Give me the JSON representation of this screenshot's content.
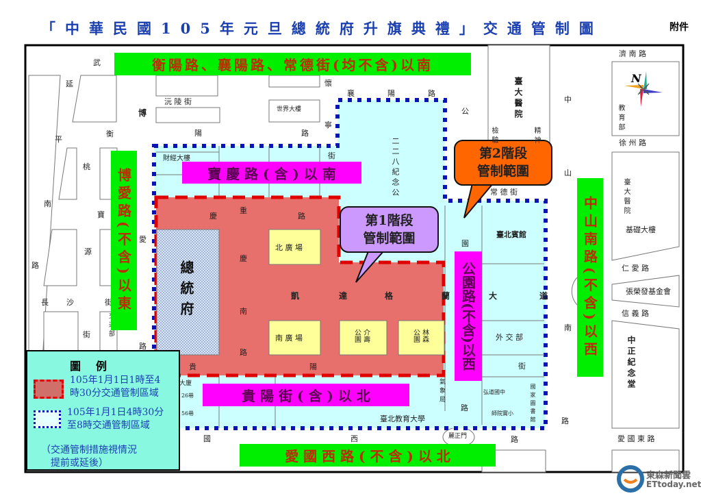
{
  "title": "「中華民國105年元旦總統府升旗典禮」交通管制圖",
  "attachment": "附件",
  "banners": {
    "north": "衡陽路、襄陽路、常德街(均不含)以南",
    "baoqing": "寶 慶 路 ( 含 ) 以 南",
    "boai": "博愛路(不含)以東",
    "zhongshan": "中山南路(不含)以西",
    "gongyuan": "公園路(不含)以西",
    "guiyang": "貴 陽 街 ( 含 ) 以 北",
    "aiguo": "愛 國 西 路 ( 不 含 ) 以 北"
  },
  "callouts": {
    "phase1": [
      "第1階段",
      "管制範圍"
    ],
    "phase2": [
      "第2階段",
      "管制範圍"
    ]
  },
  "landmarks": {
    "presidential_office": "總統府",
    "north_plaza": "北 廣 場",
    "south_plaza": "南 廣 場",
    "jieshou_park": "公 介\n園 壽",
    "linsen_park": "公 林\n園 森"
  },
  "labels": [
    "武",
    "延",
    "平",
    "南",
    "路",
    "博",
    "衡",
    "陽",
    "路",
    "沅 陵 街",
    "世界大樓",
    "懷",
    "寧",
    "街",
    "襄",
    "陽",
    "路",
    "公",
    "園",
    "桃",
    "寶",
    "源",
    "長",
    "沙",
    "街",
    "街",
    "財經大樓",
    "愛",
    "路",
    "交通部",
    "重",
    "慶",
    "南",
    "路",
    "慶",
    "路",
    "凱",
    "達",
    "格",
    "蘭",
    "大",
    "道",
    "貴",
    "陽",
    "二二八紀念公",
    "臺大醫院",
    "檢驗",
    "精神",
    "常 德 街",
    "中",
    "山",
    "南",
    "路",
    "濟 南 路",
    "教育部",
    "徐 州 路",
    "臺大醫院",
    "基礎大樓",
    "仁 愛 路",
    "張榮發基金會",
    "信 義 路",
    "中正紀念堂",
    "愛 國 東 路",
    "臺北賓館",
    "外 交 部",
    "街",
    "氣象局",
    "弘道國中",
    "國家圖書館",
    "師院實小",
    "臺北教育大學",
    "路",
    "麗正門",
    "路",
    "國",
    "西",
    "大廈",
    "26巷",
    "56巷"
  ],
  "legend": {
    "title": "圖例",
    "phase1": [
      "105年1月1日1時至4",
      "時30分交通管制區域"
    ],
    "phase2": [
      "105年1月1日4時30分",
      "至8時交通管制區域"
    ],
    "note": [
      "（交通管制措施視情況",
      "提前或延後）"
    ]
  },
  "compass": "N",
  "watermark": {
    "cn": "東森新聞雲",
    "en": "ETtoday.net"
  },
  "colors": {
    "phase1": "#e8706c",
    "phase2": "#ccffff",
    "banner_green": "#00ee00",
    "banner_magenta": "#ff00ff"
  }
}
